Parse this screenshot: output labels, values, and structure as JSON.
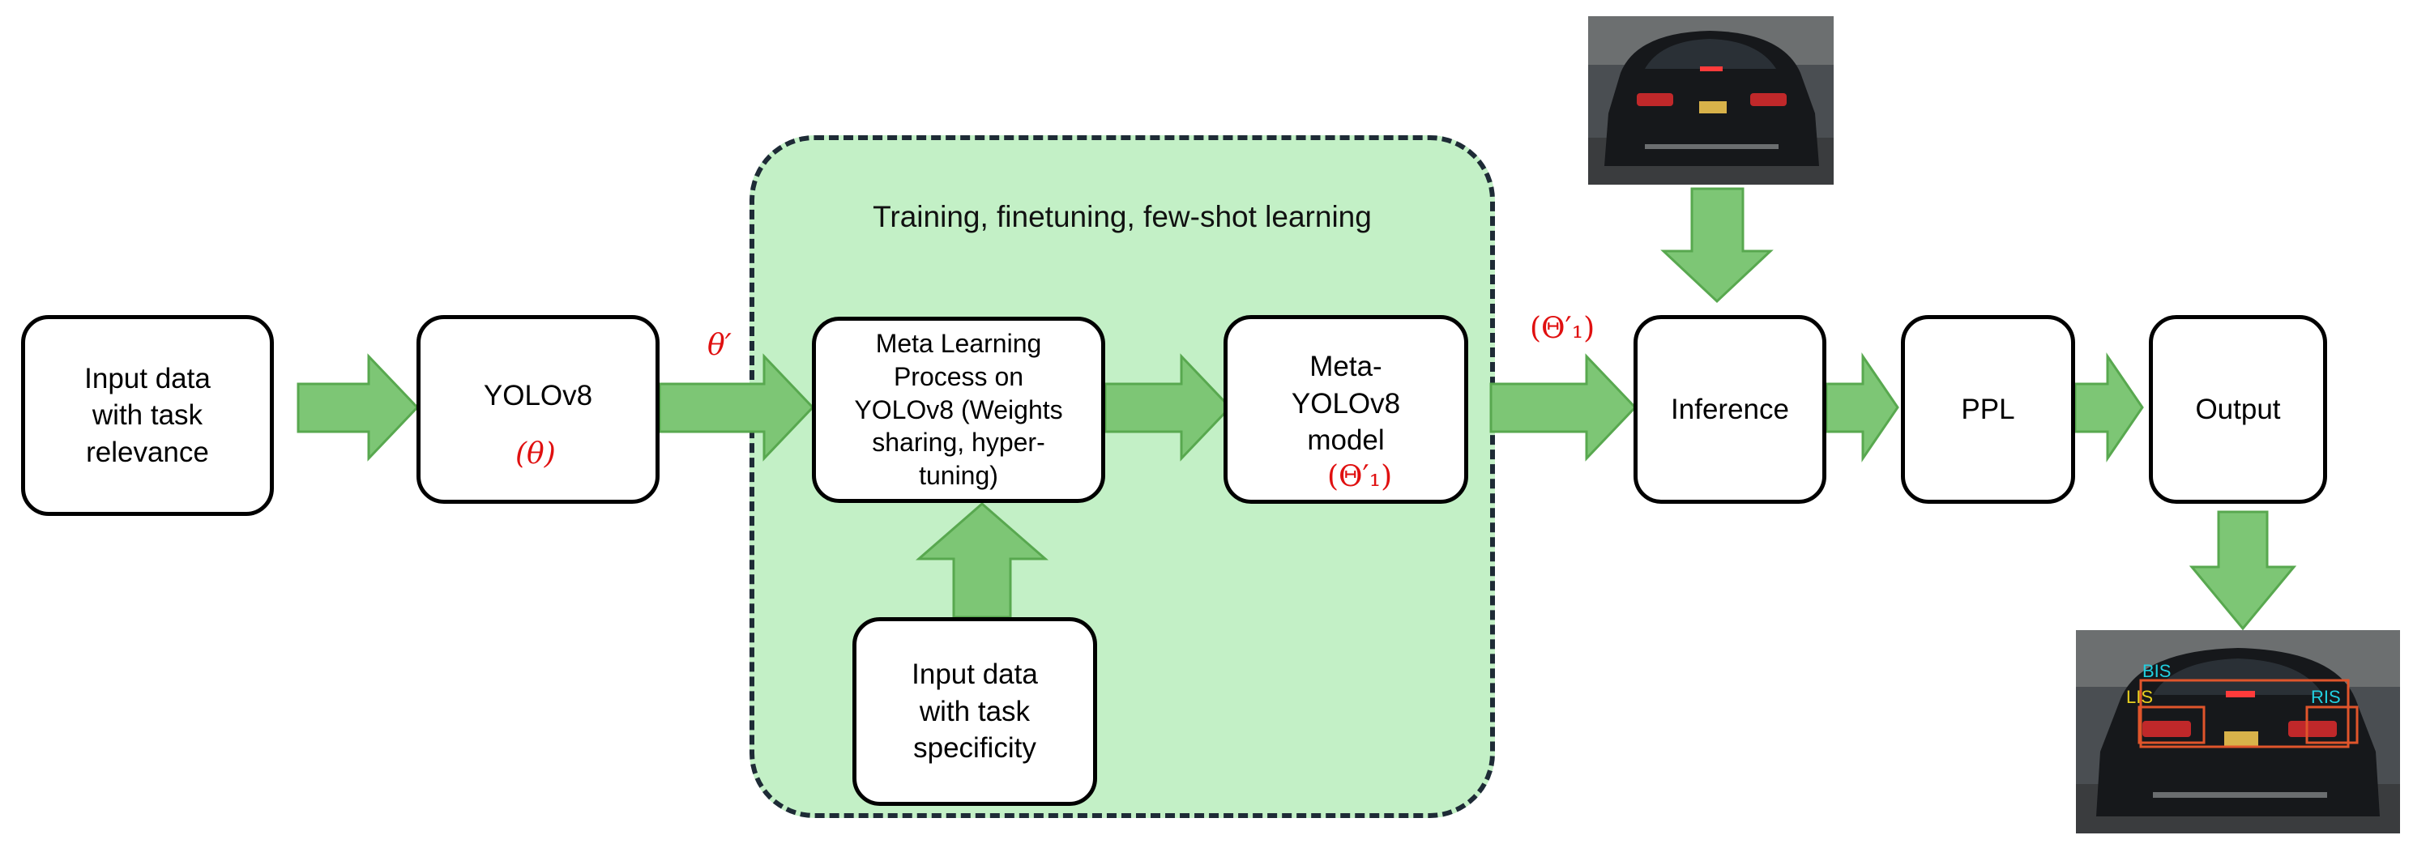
{
  "diagram": {
    "region_title": "Training, finetuning, few-shot learning",
    "nodes": {
      "input_data": [
        "Input data",
        "with task",
        "relevance"
      ],
      "yolov8": [
        "YOLOv8"
      ],
      "yolov8_param": "(θ)",
      "meta_learning": [
        "Meta Learning",
        "Process on",
        "YOLOv8 (Weights",
        "sharing, hyper-",
        "tuning)"
      ],
      "meta_yolov8": [
        "Meta-",
        "YOLOv8",
        "model"
      ],
      "meta_yolov8_param": "(Θ′₁)",
      "input_specificity": [
        "Input data",
        "with task",
        "specificity"
      ],
      "inference": [
        "Inference"
      ],
      "ppl": [
        "PPL"
      ],
      "output": [
        "Output"
      ]
    },
    "edge_labels": {
      "theta_prime": "θ′",
      "theta1_prime": "(Θ′₁)"
    },
    "detections": [
      "BIS",
      "LIS",
      "RIS"
    ],
    "colors": {
      "arrow_fill": "#7dc675",
      "arrow_stroke": "#58a84f",
      "region_fill": "#c3f0c6",
      "param_text": "#e01010",
      "bis_label": "#21d0e0",
      "lis_label": "#e8d020",
      "ris_label": "#21d0e0",
      "box_stroke": "#e0552b"
    }
  }
}
